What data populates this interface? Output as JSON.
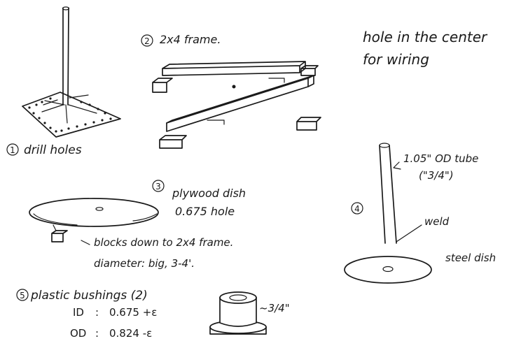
{
  "steps": {
    "s1": {
      "number": "1",
      "label": "drill holes"
    },
    "s2": {
      "number": "2",
      "label": "2x4 frame."
    },
    "s3": {
      "number": "3",
      "line1": "plywood dish",
      "line2": "0.675 hole",
      "note1": "blocks down to 2x4 frame.",
      "note2": "diameter: big, 3-4'."
    },
    "s4": {
      "number": "4",
      "tube_line1": "1.05\" OD tube",
      "tube_line2": "(\"3/4\")",
      "weld": "weld",
      "dish": "steel dish"
    },
    "s5": {
      "number": "5",
      "title": "plastic bushings (2)",
      "id_label": "ID",
      "id_sep": ":",
      "id_value": "0.675 +ε",
      "od_label": "OD",
      "od_sep": ":",
      "od_value": "0.824 -ε",
      "height": "~3/4\""
    }
  },
  "top_note": {
    "line1": "hole in the center",
    "line2": "for wiring"
  }
}
